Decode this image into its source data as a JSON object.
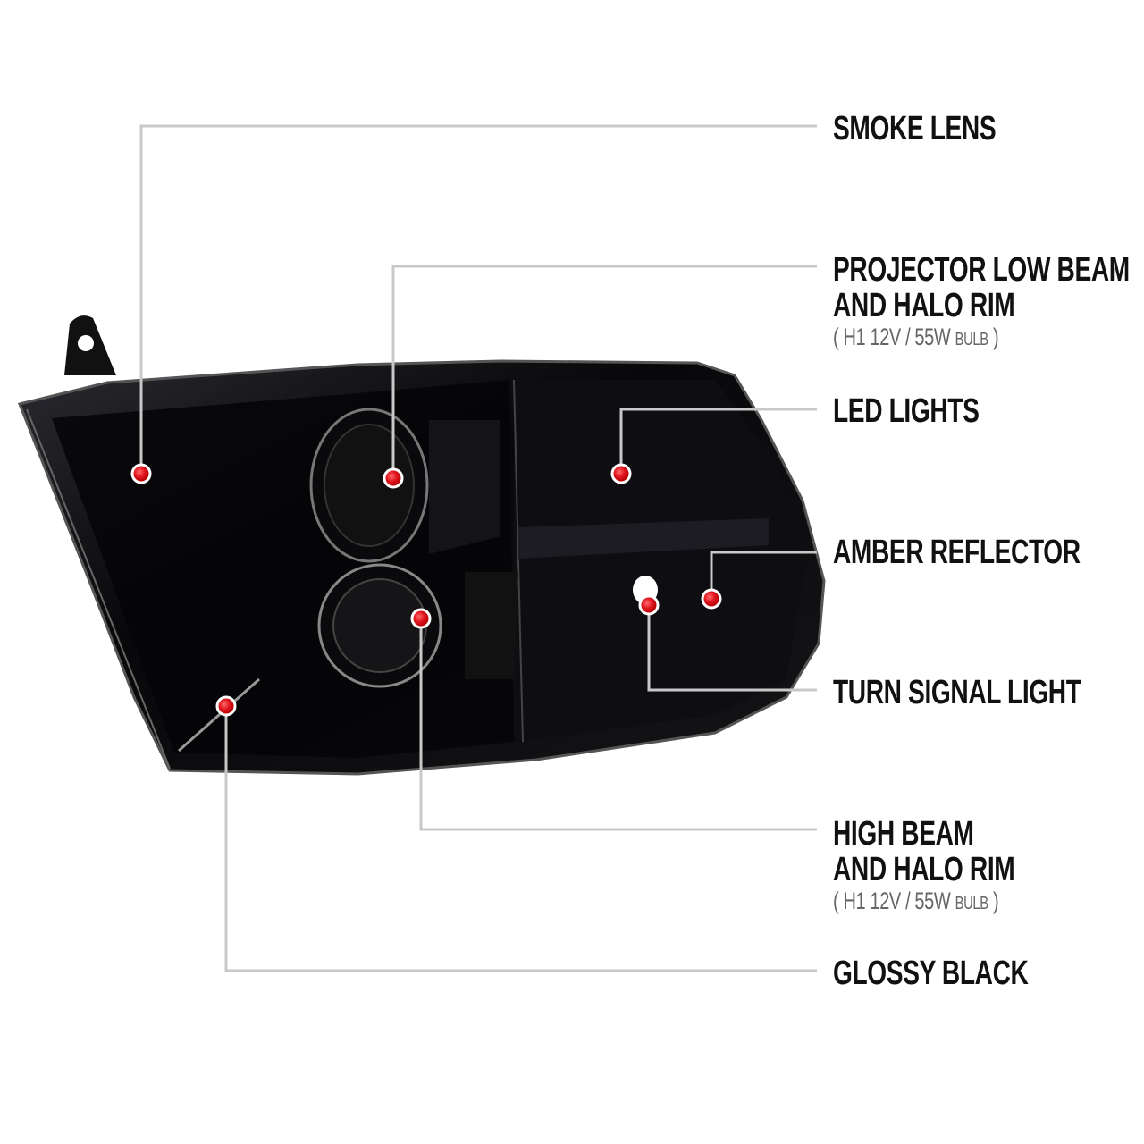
{
  "callouts": [
    {
      "id": "smoke-lens",
      "lines": [
        "SMOKE LENS"
      ]
    },
    {
      "id": "projector-low-beam",
      "lines": [
        "PROJECTOR LOW BEAM",
        "AND HALO RIM"
      ],
      "spec": "H1  12V / 55W",
      "spec_suffix": "BULB"
    },
    {
      "id": "led-lights",
      "lines": [
        "LED LIGHTS"
      ]
    },
    {
      "id": "amber-reflector",
      "lines": [
        "AMBER REFLECTOR"
      ]
    },
    {
      "id": "turn-signal-light",
      "lines": [
        "TURN SIGNAL LIGHT"
      ]
    },
    {
      "id": "high-beam",
      "lines": [
        "HIGH BEAM",
        "AND HALO RIM"
      ],
      "spec": "H1  12V / 55W",
      "spec_suffix": "BULB"
    },
    {
      "id": "glossy-black",
      "lines": [
        "GLOSSY BLACK"
      ]
    }
  ],
  "colors": {
    "leader_line": "#c8c8c8",
    "marker": "#e0141e",
    "housing": "#0b0b0e"
  }
}
